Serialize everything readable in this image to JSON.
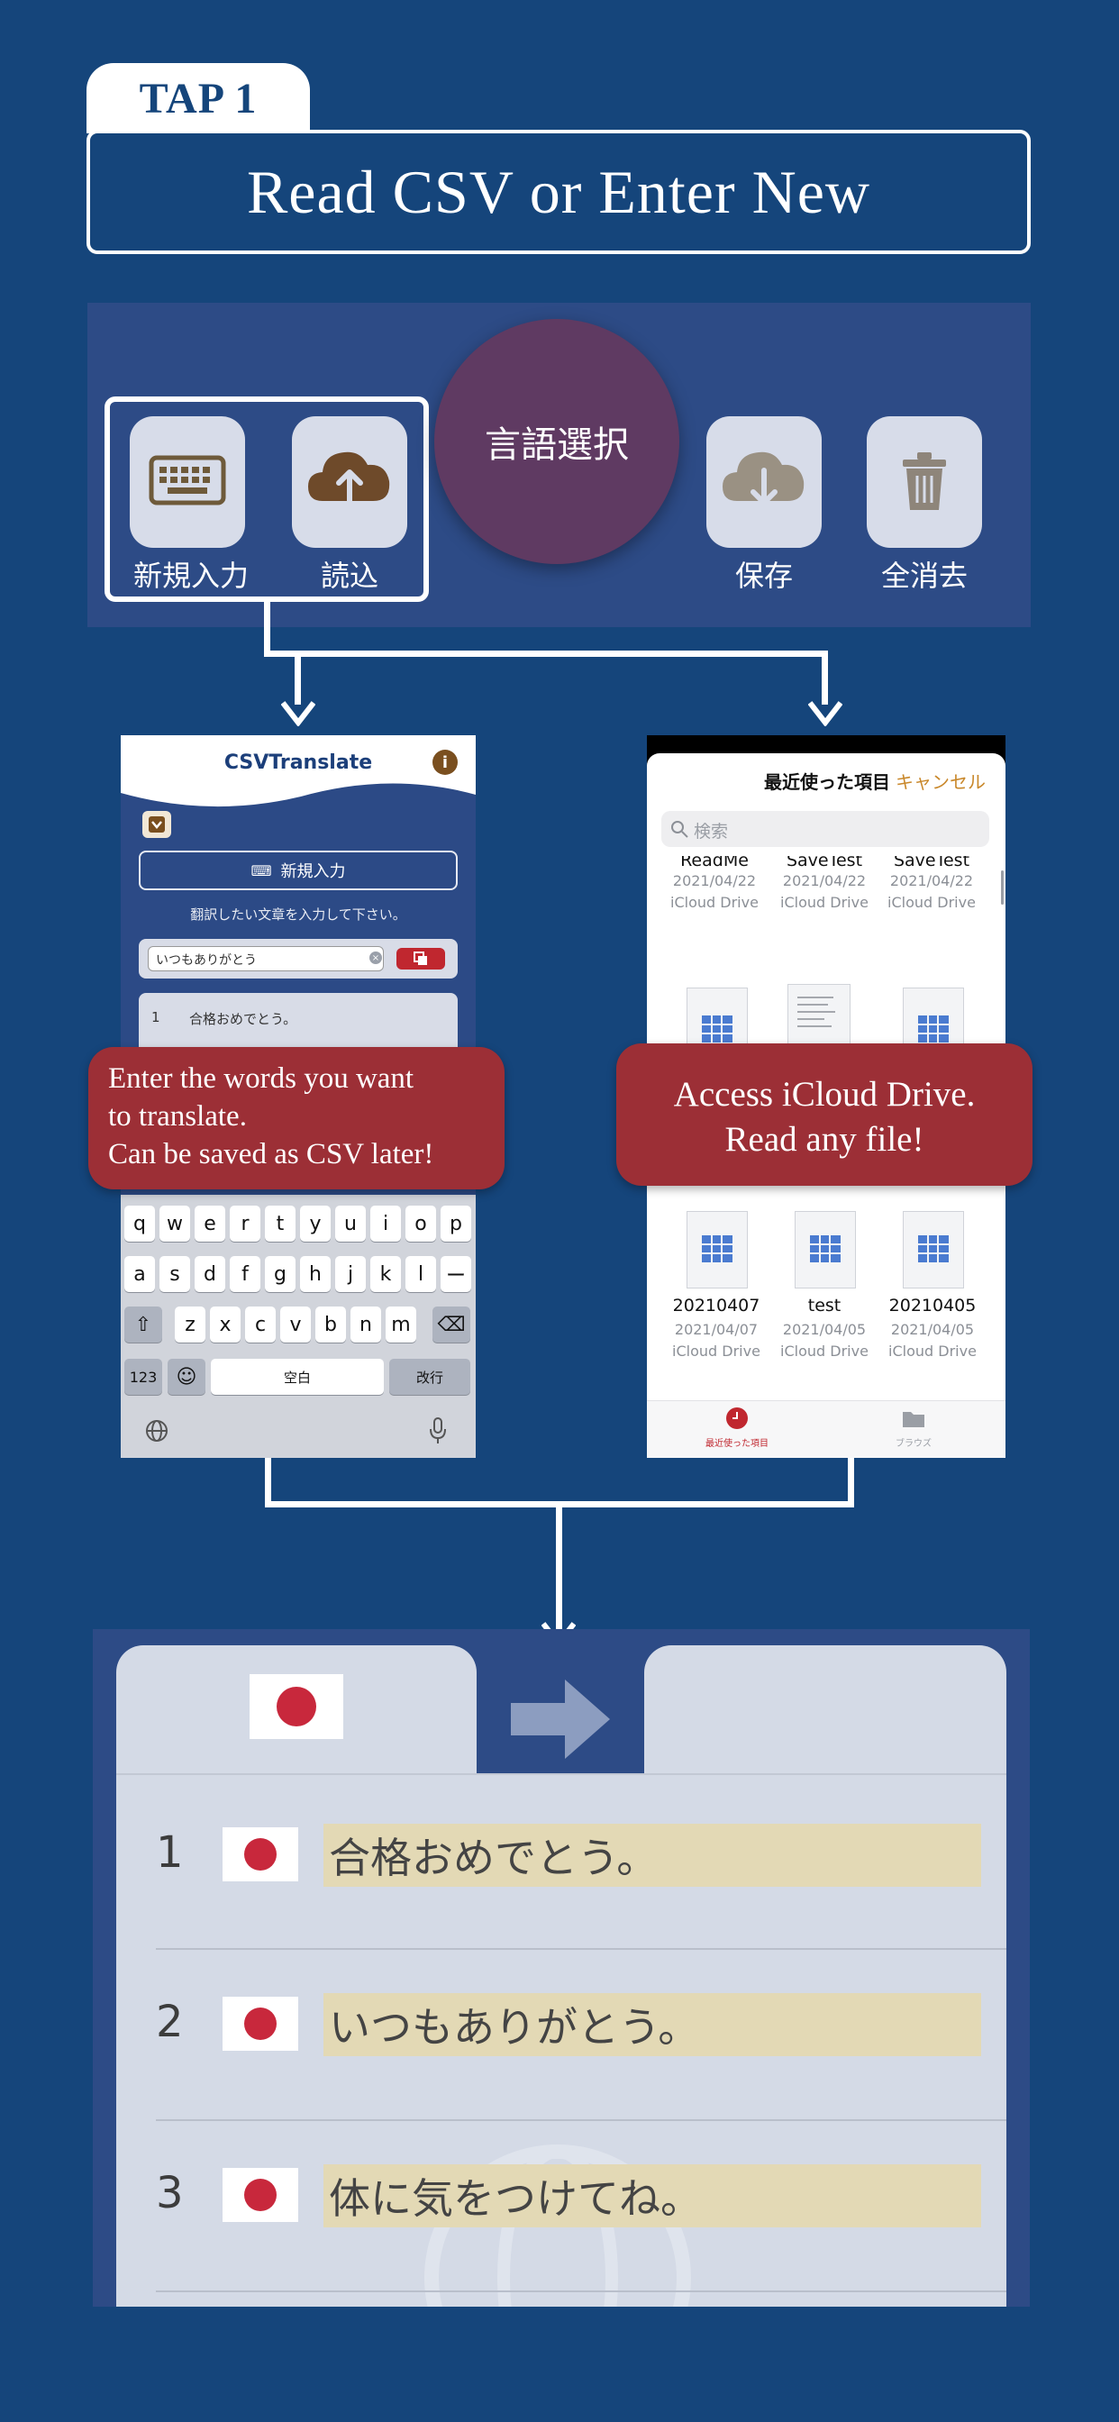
{
  "header": {
    "tap_label": "TAP 1",
    "title": "Read CSV or Enter New"
  },
  "toolbar": {
    "new_input_label": "新規入力",
    "load_label": "読込",
    "language_select_label": "言語選択",
    "save_label": "保存",
    "clear_all_label": "全消去",
    "icons": [
      "keyboard-icon",
      "cloud-upload-icon",
      "cloud-download-icon",
      "trash-icon"
    ]
  },
  "left_phone": {
    "app_title": "CSVTranslate",
    "new_input_button": "新規入力",
    "instruction": "翻訳したい文章を入力して下さい。",
    "input_value": "いつもありがとう",
    "list_first_row_number": "1",
    "list_first_row_text": "合格おめでとう。",
    "keyboard": {
      "row1": [
        "q",
        "w",
        "e",
        "r",
        "t",
        "y",
        "u",
        "i",
        "o",
        "p"
      ],
      "row2": [
        "a",
        "s",
        "d",
        "f",
        "g",
        "h",
        "j",
        "k",
        "l",
        "ー"
      ],
      "row3": [
        "z",
        "x",
        "c",
        "v",
        "b",
        "n",
        "m"
      ],
      "numbers_key": "123",
      "space_key": "空白",
      "return_key": "改行"
    }
  },
  "left_callout": {
    "line1": "Enter the words you want",
    "line2": "to translate.",
    "line3": "Can be saved as CSV later!"
  },
  "right_phone": {
    "sheet_title": "最近使った項目",
    "cancel_label": "キャンセル",
    "search_placeholder": "検索",
    "top_files": [
      {
        "name": "ReadMe",
        "date": "2021/04/22",
        "location": "iCloud Drive"
      },
      {
        "name": "SaveTest",
        "date": "2021/04/22",
        "location": "iCloud Drive"
      },
      {
        "name": "SaveTest",
        "date": "2021/04/22",
        "location": "iCloud Drive"
      }
    ],
    "bottom_files": [
      {
        "name": "20210407",
        "date": "2021/04/07",
        "location": "iCloud Drive"
      },
      {
        "name": "test",
        "date": "2021/04/05",
        "location": "iCloud Drive"
      },
      {
        "name": "20210405",
        "date": "2021/04/05",
        "location": "iCloud Drive"
      }
    ],
    "tab_recent": "最近使った項目",
    "tab_browse": "ブラウズ"
  },
  "right_callout": {
    "line1": "Access iCloud Drive.",
    "line2": "Read any file!"
  },
  "result_list": {
    "rows": [
      {
        "number": "1",
        "text": "合格おめでとう。"
      },
      {
        "number": "2",
        "text": "いつもありがとう。"
      },
      {
        "number": "3",
        "text": "体に気をつけてね。"
      }
    ]
  },
  "colors": {
    "background": "#15457b",
    "panel": "#2d4b86",
    "accent_red": "#9c2f36",
    "flag_red": "#c8283c",
    "highlight": "#e3d9b5"
  }
}
